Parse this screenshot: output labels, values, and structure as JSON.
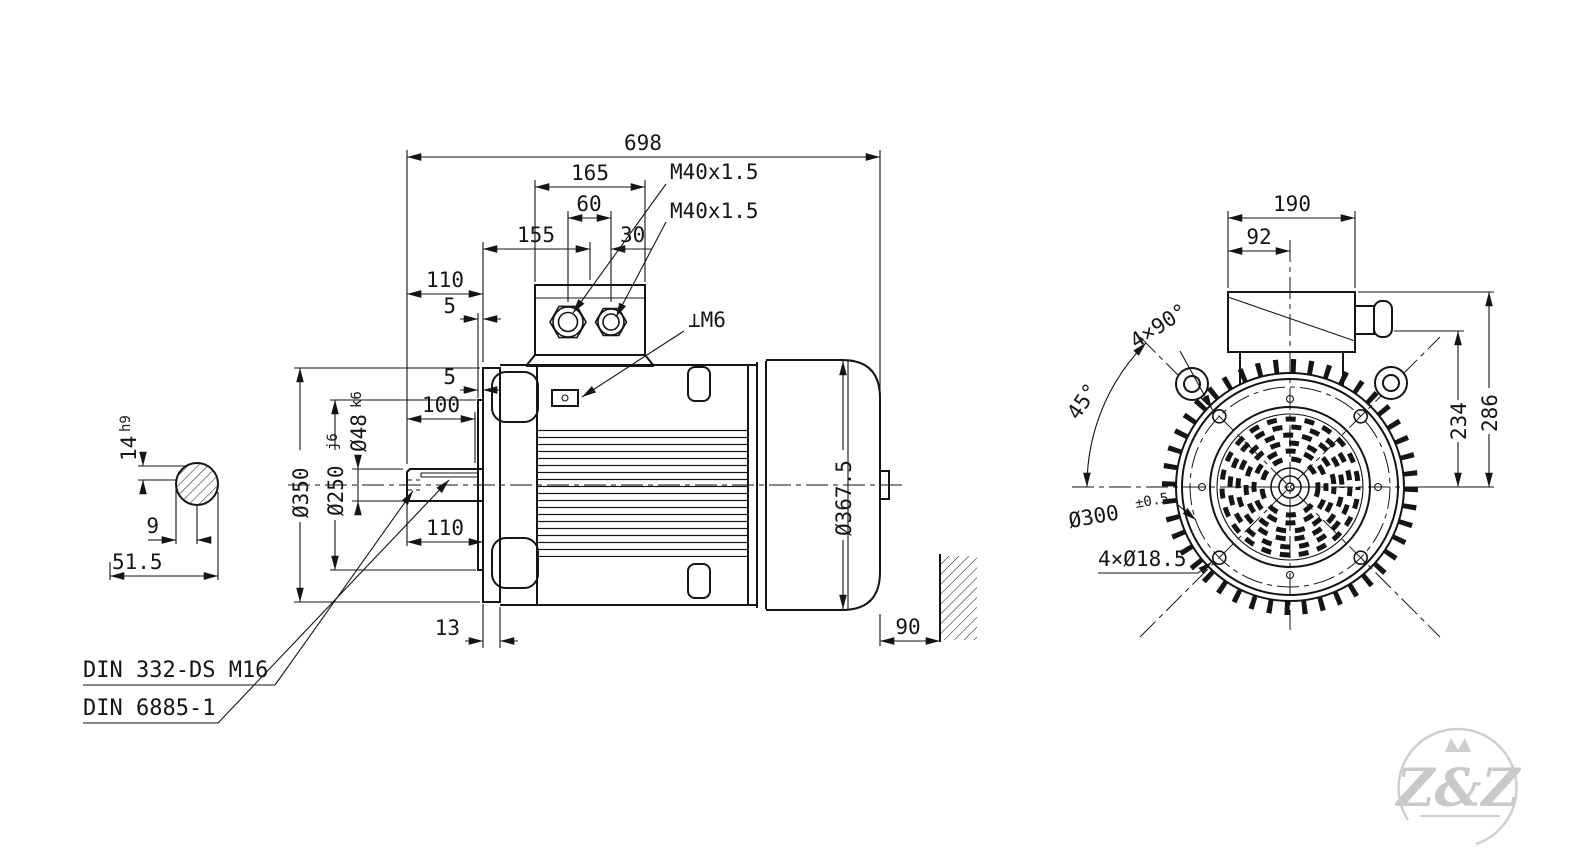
{
  "side": {
    "overall": "698",
    "boxWidth": "165",
    "glandTop": "M40x1.5",
    "glandBottom": "M40x1.5",
    "glandSpacing": "60",
    "boxOffset": "155",
    "glandOffset": "30",
    "shaftLenTop": "110",
    "gapTop": "5",
    "gapMid": "5",
    "keyLen": "100",
    "shaftDia": "Ø48",
    "shaftTol": "k6",
    "flangeDia": "Ø350",
    "spigotDia": "Ø250",
    "spigotTol": "j6",
    "shaftLenBottom": "110",
    "flangeThk": "13",
    "frameDia": "Ø367.5",
    "wallClearance": "90",
    "earthTap": "⊥M6"
  },
  "keyDetail": {
    "width": "14",
    "widthTol": "h9",
    "height": "9",
    "overall": "51.5"
  },
  "front": {
    "boxWidth": "190",
    "boxHalf": "92",
    "holePattern": "4×90°",
    "holeAngle": "45°",
    "boxHeight": "286",
    "glandHeight": "234",
    "boltCircle": "Ø300",
    "boltCircleTol": "±0.5",
    "holes": "4×Ø18.5"
  },
  "notes": {
    "centerHole": "DIN 332-DS M16",
    "key": "DIN 6885-1"
  },
  "watermark": "Z&Z"
}
